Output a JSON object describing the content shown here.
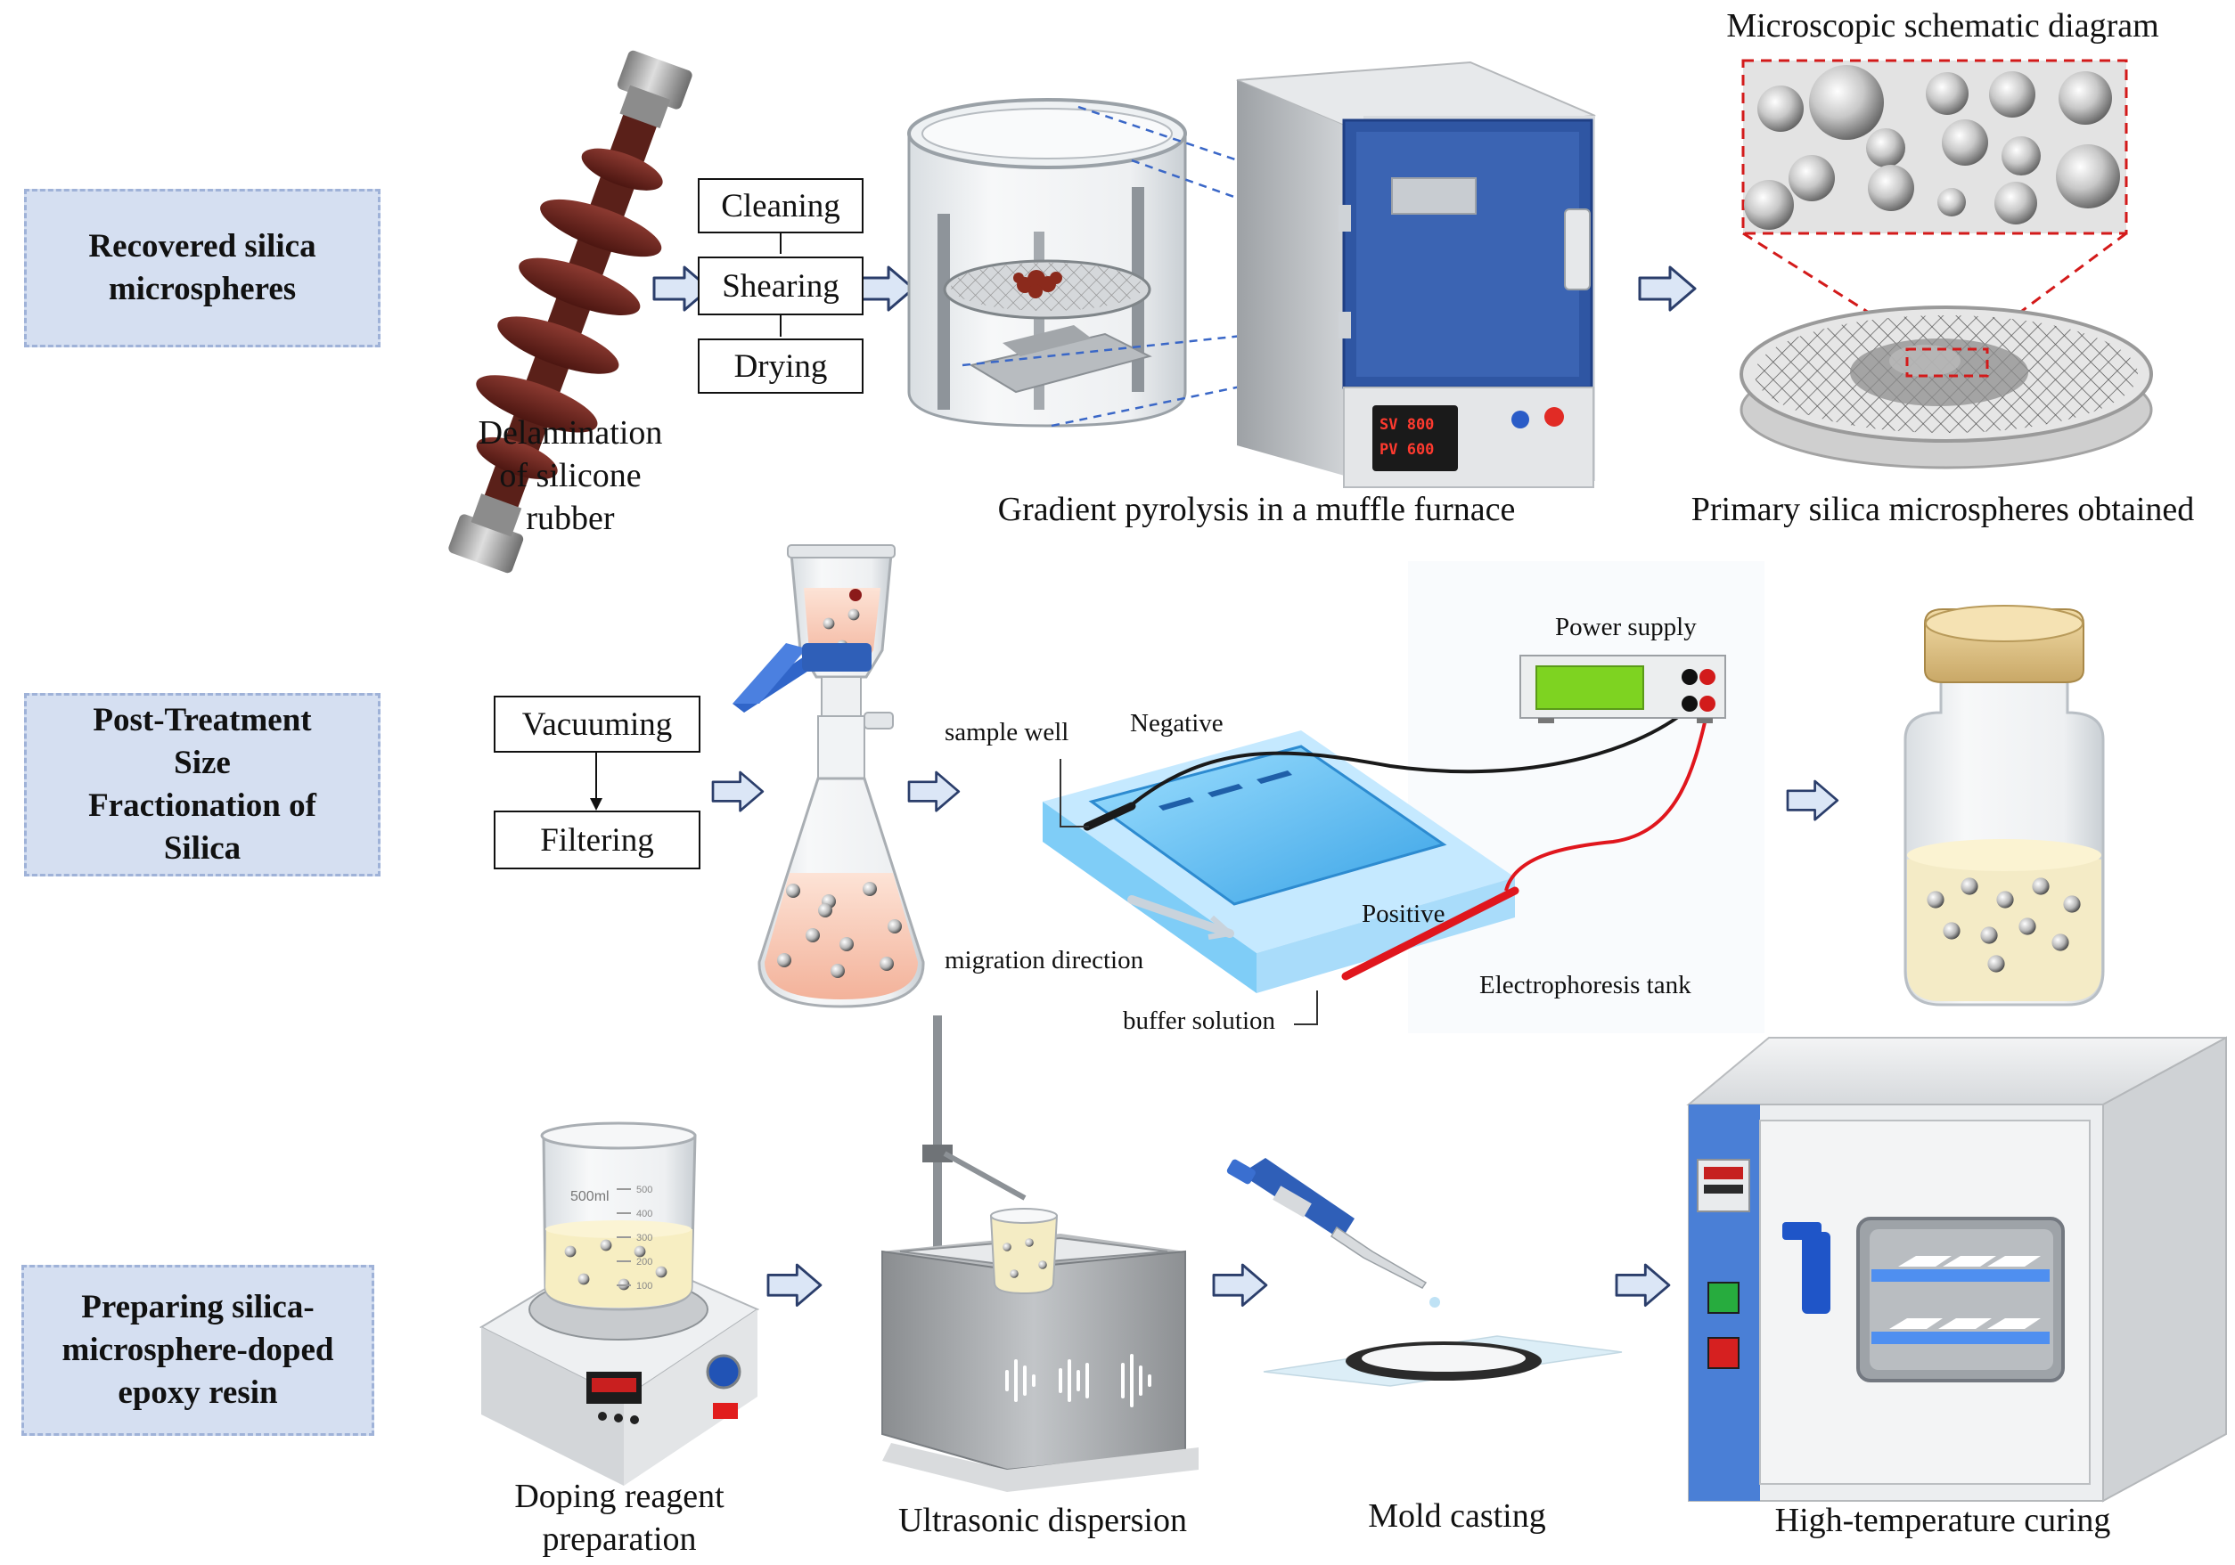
{
  "stages": [
    {
      "label_lines": [
        "Recovered silica",
        "microspheres"
      ]
    },
    {
      "label_lines": [
        "Post-Treatment",
        "Size",
        "Fractionation of",
        "Silica"
      ]
    },
    {
      "label_lines": [
        "Preparing silica-",
        "microsphere-doped",
        "epoxy resin"
      ]
    }
  ],
  "row1": {
    "steps": [
      "Cleaning",
      "Shearing",
      "Drying"
    ],
    "caption_delamination": [
      "Delamination",
      "of silicone",
      "rubber"
    ],
    "caption_pyrolysis": "Gradient pyrolysis in a muffle furnace",
    "caption_primary": "Primary silica microspheres obtained",
    "microscopic_title": "Microscopic schematic diagram",
    "furnace_display": [
      "SV 800",
      "PV 600"
    ]
  },
  "row2": {
    "steps": [
      "Vacuuming",
      "Filtering"
    ],
    "labels": {
      "power_supply": "Power supply",
      "sample_well": "sample well",
      "negative": "Negative",
      "positive": "Positive",
      "migration": "migration direction",
      "buffer": "buffer solution",
      "tank": "Electrophoresis tank"
    }
  },
  "row3": {
    "beaker_label": "500ml",
    "beaker_ticks": [
      "500",
      "400",
      "300",
      "200",
      "100"
    ],
    "captions": {
      "doping": [
        "Doping reagent",
        "preparation"
      ],
      "ultrasonic": "Ultrasonic dispersion",
      "mold": "Mold casting",
      "curing": "High-temperature curing"
    }
  },
  "colors": {
    "stage_fill": "#d5dff1",
    "stage_border": "#9fb2d8",
    "arrow_fill": "#dbe6f6",
    "arrow_stroke": "#2b3e6b",
    "furnace_blue": "#2f56a3",
    "oven_blue": "#4a7fd6",
    "negative_lead": "#1a1a1a",
    "positive_lead": "#e0161d",
    "gel": "#52b6f0"
  }
}
